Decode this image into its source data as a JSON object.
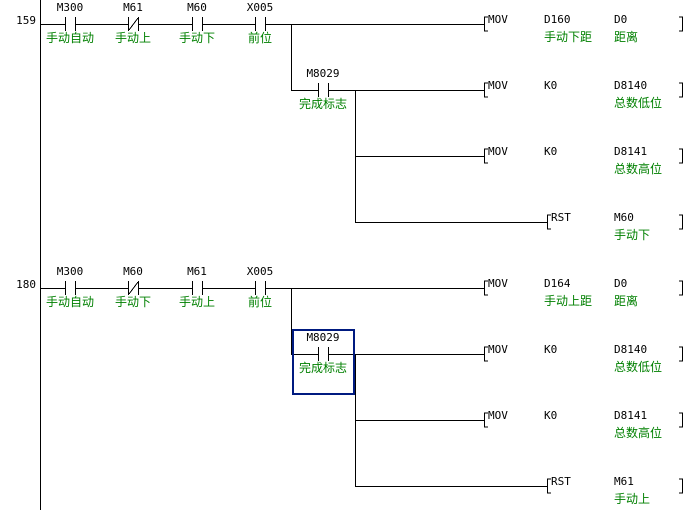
{
  "rungs": [
    {
      "step": "159",
      "contacts": [
        {
          "device": "M300",
          "comment": "手动自动",
          "type": "NO"
        },
        {
          "device": "M61",
          "comment": "手动上",
          "type": "NC"
        },
        {
          "device": "M60",
          "comment": "手动下",
          "type": "NO"
        },
        {
          "device": "X005",
          "comment": "前位",
          "type": "NO"
        }
      ],
      "branch_contact": {
        "device": "M8029",
        "comment": "完成标志",
        "type": "NO",
        "selected": false
      },
      "instructions": [
        {
          "op": "MOV",
          "src": "D160",
          "src_comment": "手动下距",
          "dst": "D0",
          "dst_comment": "距离"
        },
        {
          "op": "MOV",
          "src": "K0",
          "src_comment": "",
          "dst": "D8140",
          "dst_comment": "总数低位"
        },
        {
          "op": "MOV",
          "src": "K0",
          "src_comment": "",
          "dst": "D8141",
          "dst_comment": "总数高位"
        },
        {
          "op": "RST",
          "src": "M60",
          "src_comment": "手动下",
          "dst": "",
          "dst_comment": ""
        }
      ]
    },
    {
      "step": "180",
      "contacts": [
        {
          "device": "M300",
          "comment": "手动自动",
          "type": "NO"
        },
        {
          "device": "M60",
          "comment": "手动下",
          "type": "NC"
        },
        {
          "device": "M61",
          "comment": "手动上",
          "type": "NO"
        },
        {
          "device": "X005",
          "comment": "前位",
          "type": "NO"
        }
      ],
      "branch_contact": {
        "device": "M8029",
        "comment": "完成标志",
        "type": "NO",
        "selected": true
      },
      "instructions": [
        {
          "op": "MOV",
          "src": "D164",
          "src_comment": "手动上距",
          "dst": "D0",
          "dst_comment": "距离"
        },
        {
          "op": "MOV",
          "src": "K0",
          "src_comment": "",
          "dst": "D8140",
          "dst_comment": "总数低位"
        },
        {
          "op": "MOV",
          "src": "K0",
          "src_comment": "",
          "dst": "D8141",
          "dst_comment": "总数高位"
        },
        {
          "op": "RST",
          "src": "M61",
          "src_comment": "手动上",
          "dst": "",
          "dst_comment": ""
        }
      ]
    }
  ]
}
